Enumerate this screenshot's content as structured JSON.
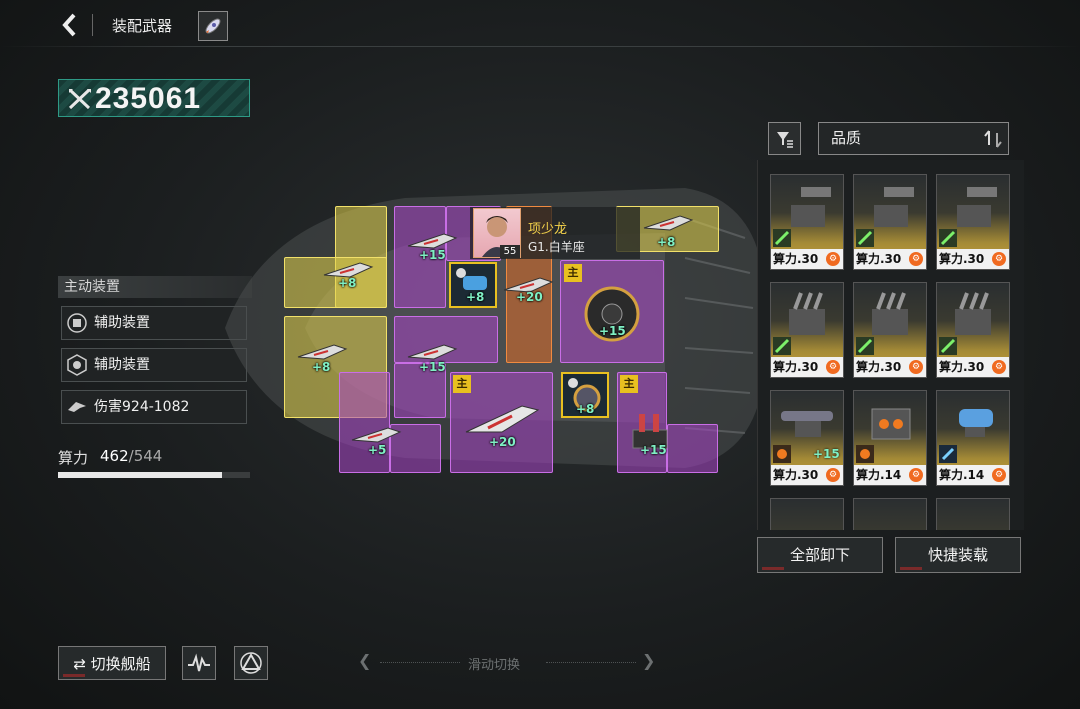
{
  "header": {
    "title": "装配武器"
  },
  "power": {
    "value": "235061"
  },
  "active_devices": {
    "title": "主动装置",
    "slots": [
      {
        "label": "辅助装置",
        "icon": "device-icon"
      },
      {
        "label": "辅助装置",
        "icon": "shield-device-icon"
      },
      {
        "label": "伤害924-1082",
        "icon": "damage-icon"
      }
    ]
  },
  "compute": {
    "label": "算力",
    "used": "462",
    "max": "/544",
    "fraction": 0.85
  },
  "pilot": {
    "name": "项少龙",
    "subtitle": "G1.白羊座",
    "level": "55"
  },
  "grid": {
    "main_badge": "主",
    "bonuses": [
      "+15",
      "+8",
      "+8",
      "+8",
      "+20",
      "+15",
      "+8",
      "+15",
      "+5",
      "+20",
      "+8",
      "+15"
    ]
  },
  "inventory": {
    "sort_label": "品质",
    "cards": [
      {
        "label": "算力.30",
        "plus": ""
      },
      {
        "label": "算力.30",
        "plus": ""
      },
      {
        "label": "算力.30",
        "plus": ""
      },
      {
        "label": "算力.30",
        "plus": ""
      },
      {
        "label": "算力.30",
        "plus": ""
      },
      {
        "label": "算力.30",
        "plus": ""
      },
      {
        "label": "算力.30",
        "plus": "+15"
      },
      {
        "label": "算力.14",
        "plus": ""
      },
      {
        "label": "算力.14",
        "plus": ""
      }
    ]
  },
  "actions": {
    "unload_all": "全部卸下",
    "quick_load": "快捷装载",
    "switch_ship": "切换舰船",
    "swipe_hint": "滑动切换"
  },
  "colors": {
    "accent": "#2e9a86",
    "yellow": "#e2d14a",
    "purple": "#aa46c8",
    "orange": "#e16e28"
  }
}
